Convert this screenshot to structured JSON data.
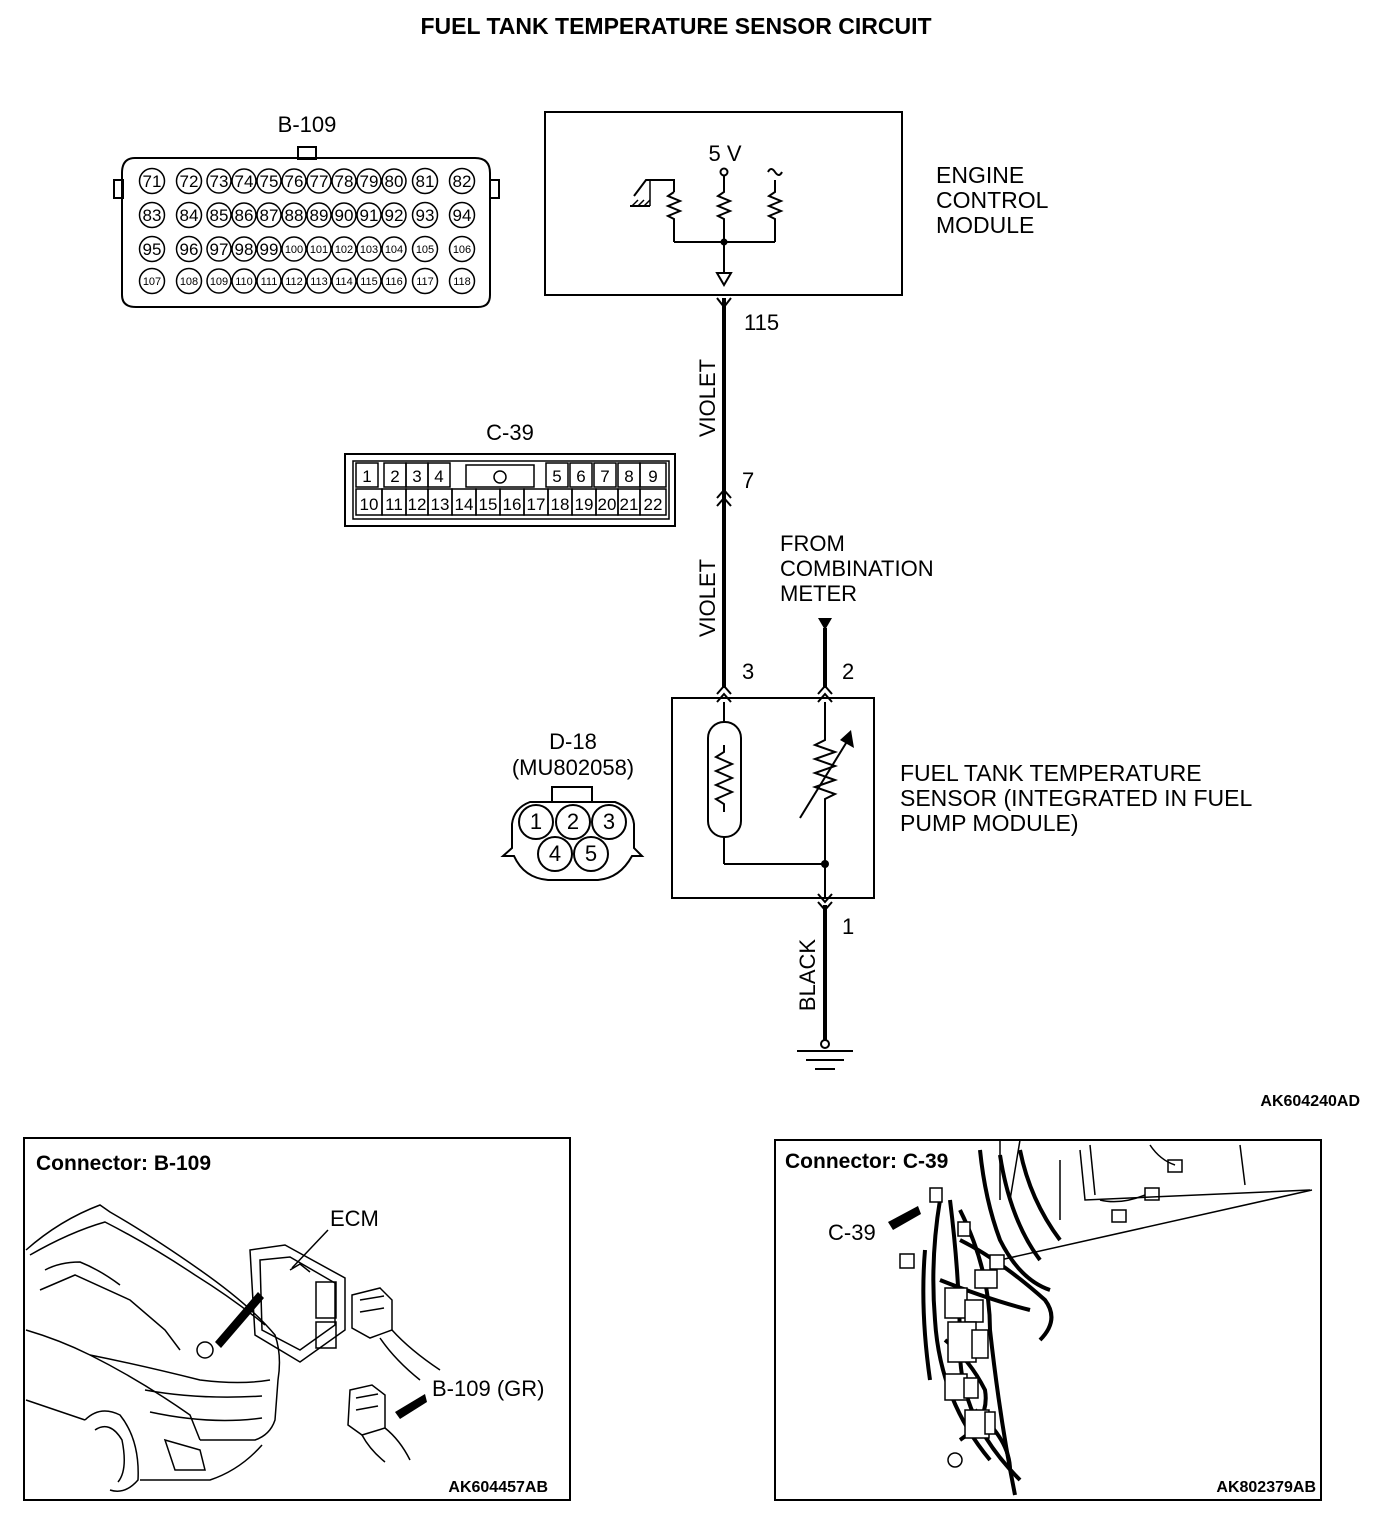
{
  "title": "FUEL TANK TEMPERATURE SENSOR CIRCUIT",
  "ecm": {
    "label_lines": [
      "ENGINE",
      "CONTROL",
      "MODULE"
    ],
    "supply": "5 V",
    "terminal": "115"
  },
  "connector_b109": {
    "name": "B-109",
    "pins_row1": [
      "71",
      "72",
      "73",
      "74",
      "75",
      "76",
      "77",
      "78",
      "79",
      "80",
      "81",
      "82"
    ],
    "pins_row2": [
      "83",
      "84",
      "85",
      "86",
      "87",
      "88",
      "89",
      "90",
      "91",
      "92",
      "93",
      "94"
    ],
    "pins_row3": [
      "95",
      "96",
      "97",
      "98",
      "99",
      "100",
      "101",
      "102",
      "103",
      "104",
      "105",
      "106"
    ],
    "pins_row4": [
      "107",
      "108",
      "109",
      "110",
      "111",
      "112",
      "113",
      "114",
      "115",
      "116",
      "117",
      "118"
    ]
  },
  "connector_c39": {
    "name": "C-39",
    "pins_top": [
      "1",
      "2",
      "3",
      "4",
      "5",
      "6",
      "7",
      "8",
      "9"
    ],
    "pins_bottom": [
      "10",
      "11",
      "12",
      "13",
      "14",
      "15",
      "16",
      "17",
      "18",
      "19",
      "20",
      "21",
      "22"
    ]
  },
  "connector_d18": {
    "name": "D-18",
    "part": "(MU802058)",
    "pins": [
      "1",
      "2",
      "3",
      "4",
      "5"
    ]
  },
  "wires": {
    "violet_upper": "VIOLET",
    "violet_lower": "VIOLET",
    "black": "BLACK",
    "pin_7": "7",
    "pin_3": "3",
    "pin_2": "2",
    "pin_1": "1"
  },
  "combination_meter": [
    "FROM",
    "COMBINATION",
    "METER"
  ],
  "sensor_label_lines": [
    "FUEL TANK TEMPERATURE",
    "SENSOR (INTEGRATED IN FUEL",
    "PUMP MODULE)"
  ],
  "diagram_code": "AK604240AD",
  "panel_left": {
    "title": "Connector: B-109",
    "ecm_label": "ECM",
    "connector_label": "B-109 (GR)",
    "code": "AK604457AB"
  },
  "panel_right": {
    "title": "Connector: C-39",
    "connector_label": "C-39",
    "code": "AK802379AB"
  }
}
